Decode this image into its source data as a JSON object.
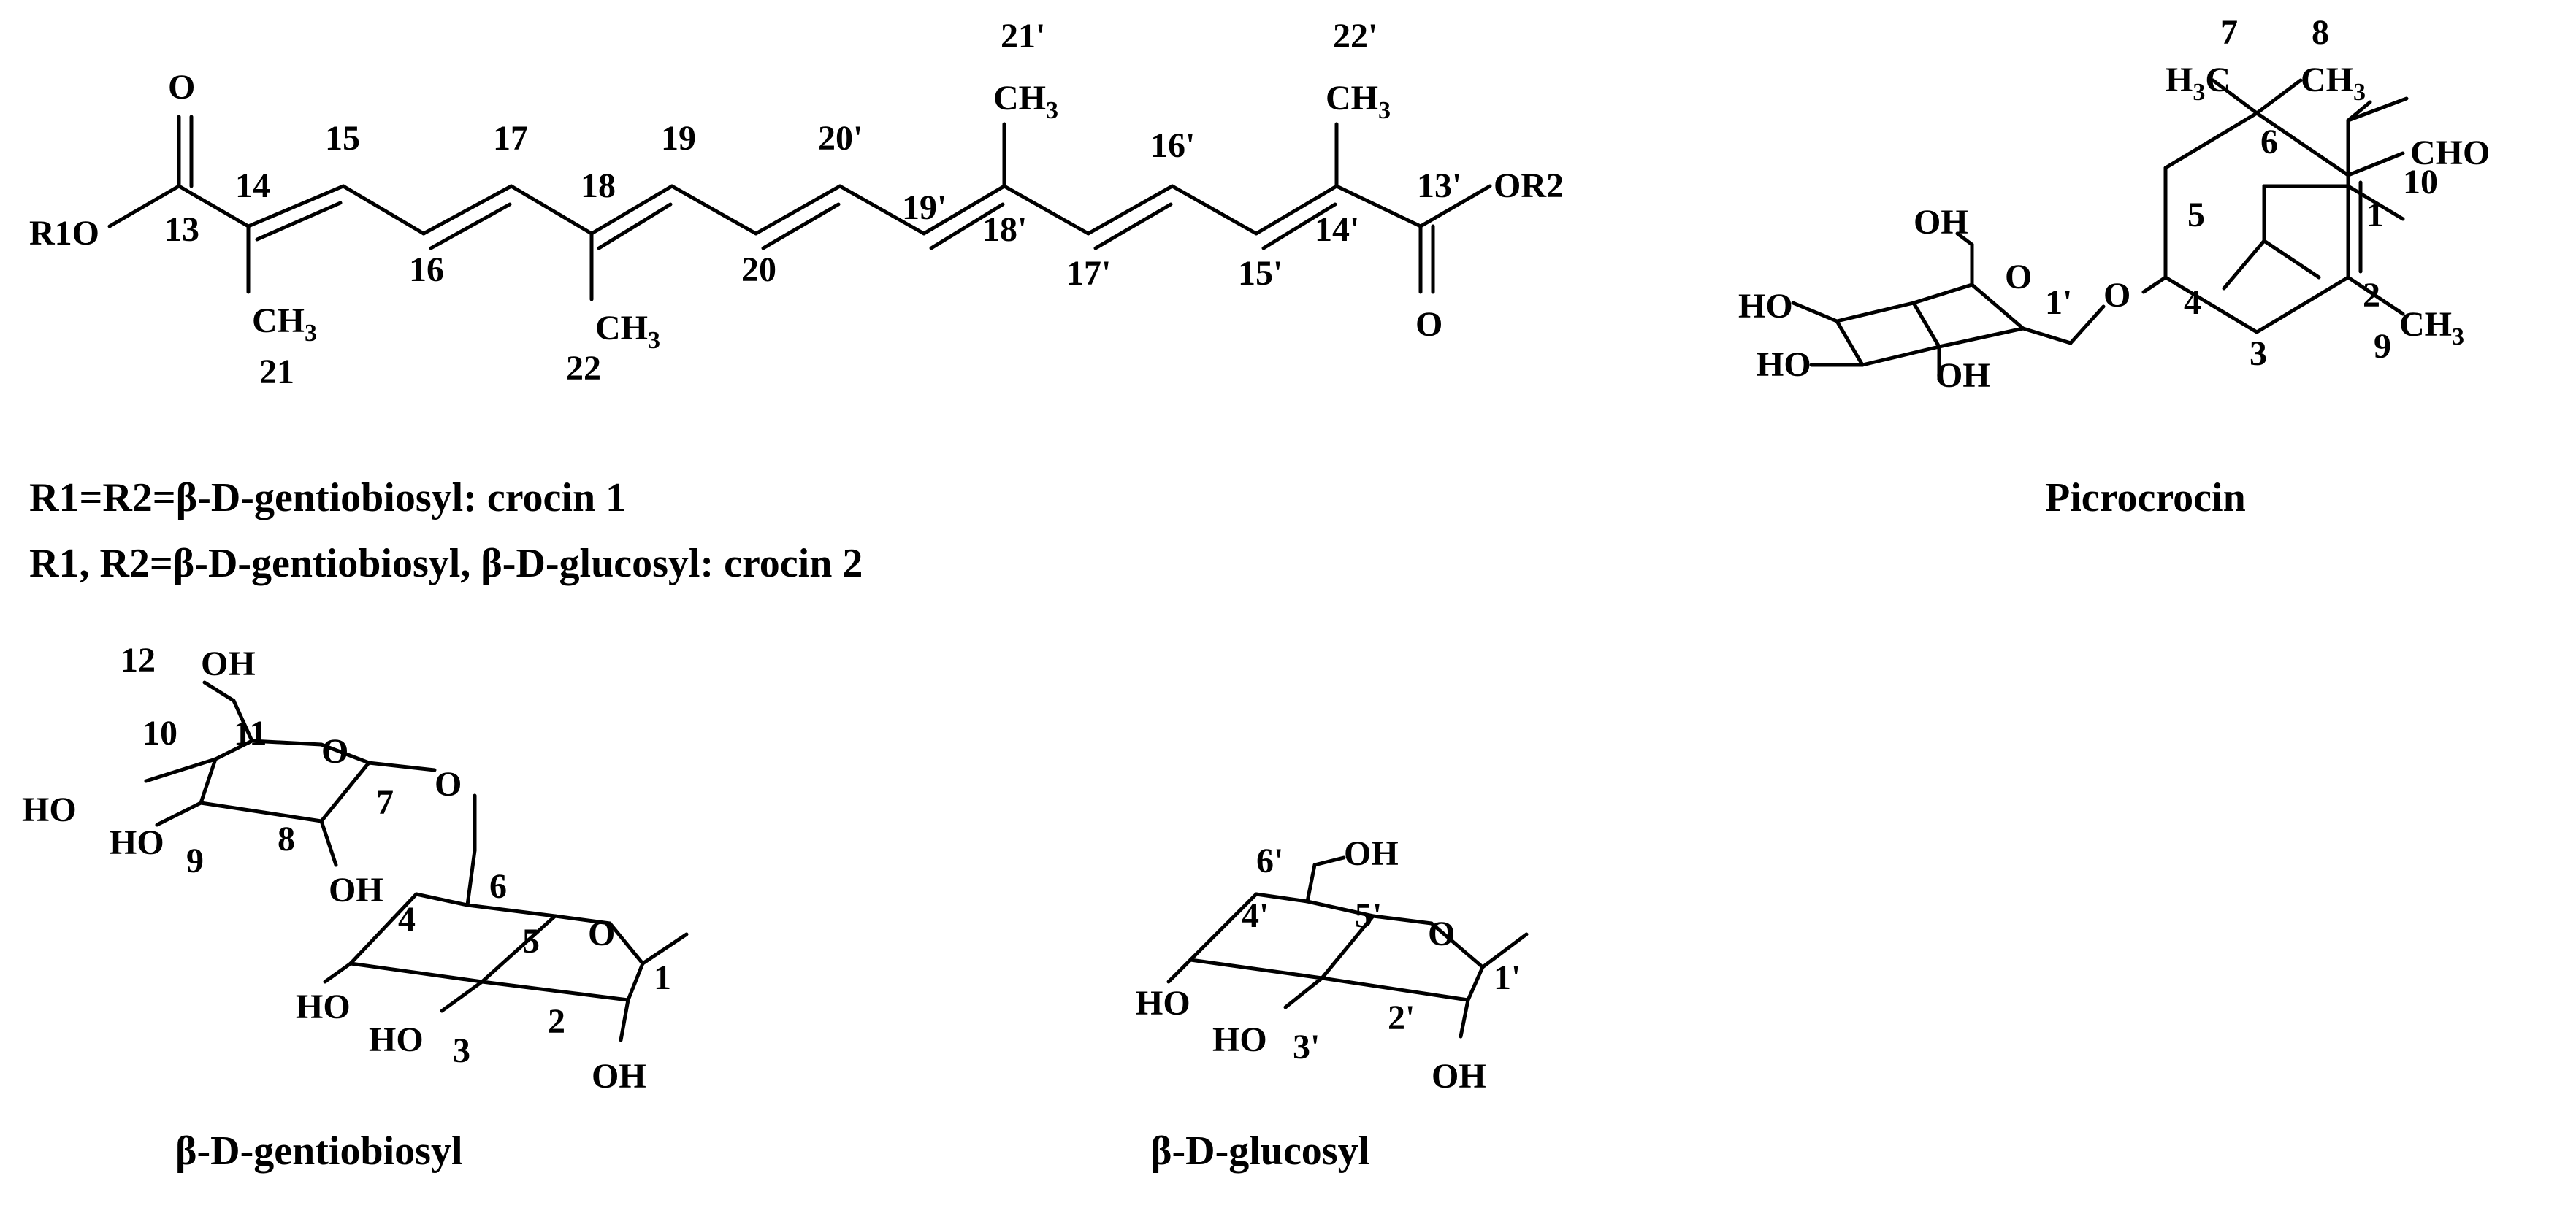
{
  "crocin": {
    "substituent_left": "R1O",
    "substituent_right": "OR2",
    "carbonyl_o": "O",
    "ch": "CH",
    "sub3": "3",
    "numbers": {
      "n13": "13",
      "n14": "14",
      "n15": "15",
      "n16": "16",
      "n17": "17",
      "n18": "18",
      "n19": "19",
      "n20": "20",
      "n20p": "20'",
      "n19p": "19'",
      "n18p": "18'",
      "n17p": "17'",
      "n16p": "16'",
      "n15p": "15'",
      "n14p": "14'",
      "n13p": "13'",
      "n21": "21",
      "n22": "22",
      "n21p": "21'",
      "n22p": "22'"
    },
    "caption_line1": "R1=R2=β-D-gentiobiosyl: crocin 1",
    "caption_line2": "R1, R2=β-D-gentiobiosyl, β-D-glucosyl: crocin 2"
  },
  "picrocrocin": {
    "h3c_h": "H",
    "h3c_3": "3",
    "h3c_c": "C",
    "ch": "CH",
    "sub3": "3",
    "cho": "CHO",
    "oh": "OH",
    "ho": "HO",
    "o": "O",
    "numbers": {
      "n1": "1",
      "n2": "2",
      "n3": "3",
      "n4": "4",
      "n5": "5",
      "n6": "6",
      "n7": "7",
      "n8": "8",
      "n9": "9",
      "n10": "10",
      "n1p": "1'"
    },
    "caption": "Picrocrocin"
  },
  "gentiobiosyl": {
    "oh": "OH",
    "ho": "HO",
    "o": "O",
    "numbers": {
      "n1": "1",
      "n2": "2",
      "n3": "3",
      "n4": "4",
      "n5": "5",
      "n6": "6",
      "n7": "7",
      "n8": "8",
      "n9": "9",
      "n10": "10",
      "n11": "11",
      "n12": "12"
    },
    "caption": "β-D-gentiobiosyl"
  },
  "glucosyl": {
    "oh": "OH",
    "ho": "HO",
    "o": "O",
    "numbers": {
      "n1p": "1'",
      "n2p": "2'",
      "n3p": "3'",
      "n4p": "4'",
      "n5p": "5'",
      "n6p": "6'"
    },
    "caption": "β-D-glucosyl"
  }
}
